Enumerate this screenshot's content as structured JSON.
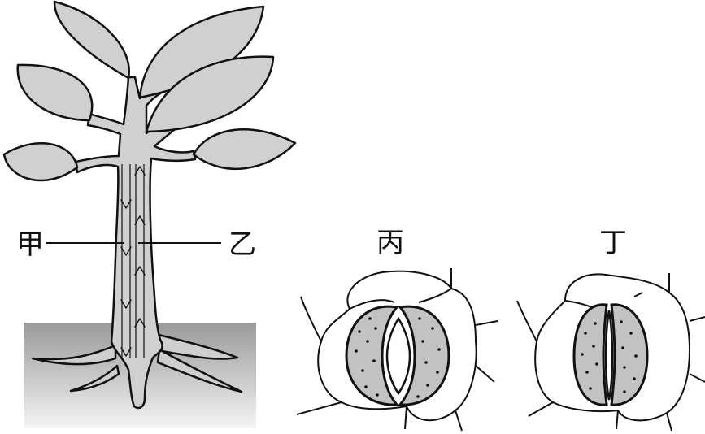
{
  "labels": {
    "left_vessel": "甲",
    "right_vessel": "乙",
    "stomata_open": "丙",
    "stomata_closed": "丁"
  },
  "colors": {
    "plant_fill": "#d0d0d0",
    "soil_top": "#9a9a9a",
    "soil_bottom": "#f4f4f4",
    "guard_cell_fill": "#c2c2c2",
    "outline": "#111111"
  },
  "icons": {
    "downward_arrow": "arrow-down",
    "upward_arrow": "arrow-up"
  }
}
